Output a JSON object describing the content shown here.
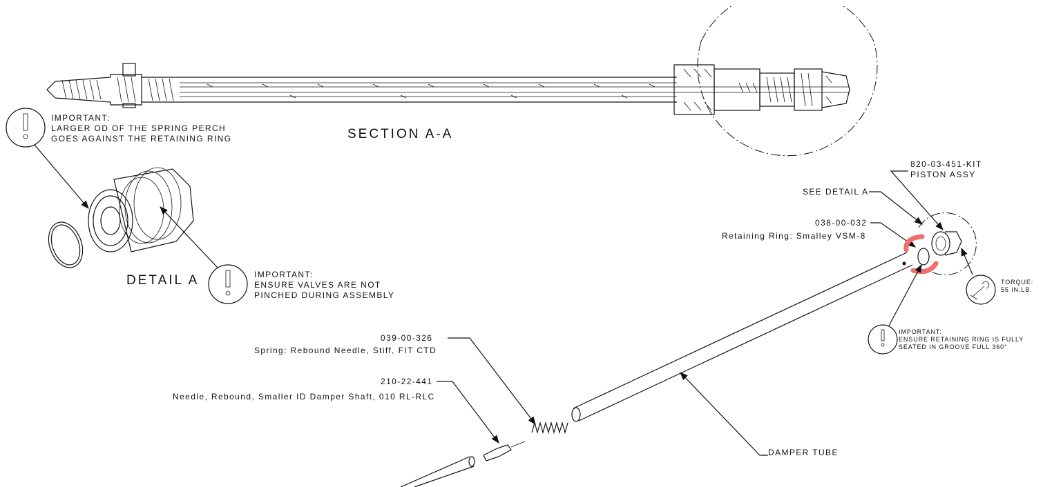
{
  "section_title": "SECTION  A-A",
  "detail_title": "DETAIL  A",
  "notes": {
    "spring_perch": {
      "heading": "IMPORTANT:",
      "line1": "LARGER OD OF THE SPRING PERCH",
      "line2": "GOES AGAINST THE RETAINING RING"
    },
    "valves": {
      "heading": "IMPORTANT:",
      "line1": "ENSURE VALVES ARE NOT",
      "line2": "PINCHED DURING ASSEMBLY"
    },
    "retaining_ring": {
      "heading": "IMPORTANT:",
      "line1": "ENSURE RETAINING RING IS FULLY",
      "line2": "SEATED IN GROOVE FULL 360°"
    },
    "torque": {
      "line1": "TORQUE:",
      "line2": "55 IN.LB."
    }
  },
  "callouts": {
    "piston": {
      "part": "820-03-451-KIT",
      "name": "PISTON ASSY"
    },
    "see_detail": "SEE DETAIL  A",
    "ring": {
      "part": "038-00-032",
      "name": "Retaining Ring: Smalley VSM-8"
    },
    "spring": {
      "part": "039-00-326",
      "name": "Spring: Rebound Needle, Stiff, FIT CTD"
    },
    "needle": {
      "part": "210-22-441",
      "name": "Needle, Rebound, Smaller ID Damper Shaft, 010 RL-RLC"
    },
    "tube": "DAMPER TUBE"
  },
  "colors": {
    "highlight": "#f07070",
    "line": "#111111"
  }
}
